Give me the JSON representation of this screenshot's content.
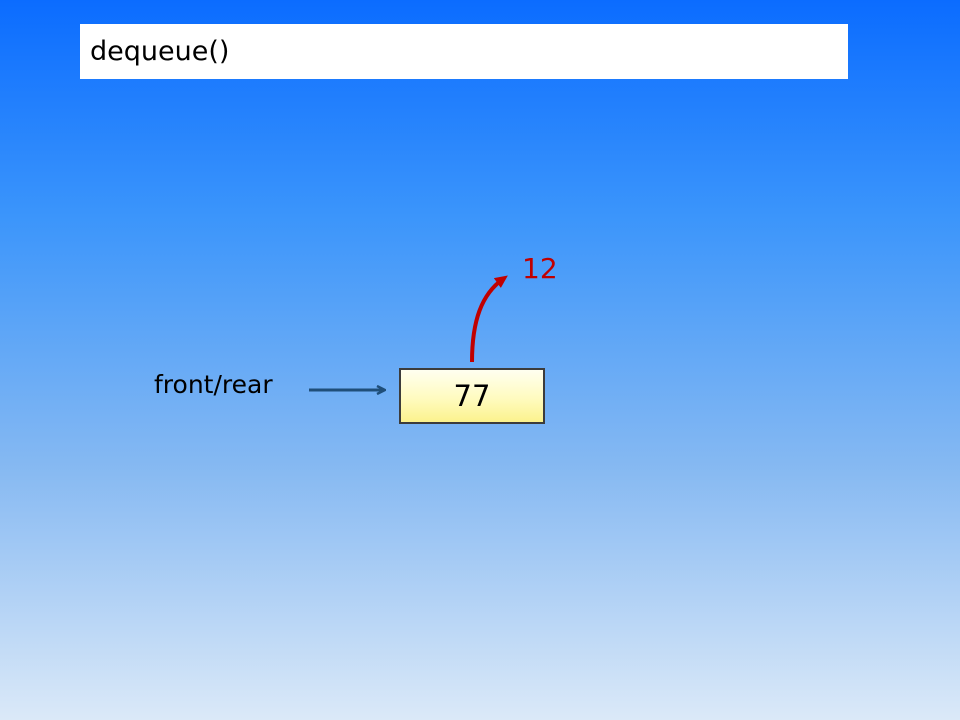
{
  "title": "dequeue()",
  "pointer_label": "front/rear",
  "queue_node": {
    "value": "77"
  },
  "removed_value": "12",
  "colors": {
    "pointer_arrow": "#1f4e79",
    "removed_arrow": "#c00000",
    "node_fill": "#fffbbf"
  }
}
